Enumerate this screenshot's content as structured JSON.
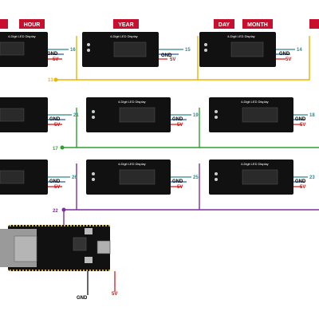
{
  "labels": {
    "hour": "HOUR",
    "year": "YEAR",
    "day": "DAY",
    "month": "MONTH",
    "display_title": "4-Digit LED Display",
    "gnd": "GND",
    "five_v": "5V"
  },
  "bus_pins": {
    "row1": "13",
    "row2": "17",
    "row3": "22"
  },
  "data_pins": {
    "r1": [
      "16",
      "15",
      "14"
    ],
    "r2": [
      "21",
      "19",
      "18"
    ],
    "r3": [
      "26",
      "25",
      "23"
    ]
  },
  "colors": {
    "label_bg": "#c8102e",
    "wire_yellow": "#f0b400",
    "wire_green": "#2f9e2f",
    "wire_purple": "#7a2fa0",
    "wire_red": "#d01010",
    "wire_blue": "#1e5fb4",
    "pin_teal": "#2a8a8a",
    "board": "#111111"
  }
}
